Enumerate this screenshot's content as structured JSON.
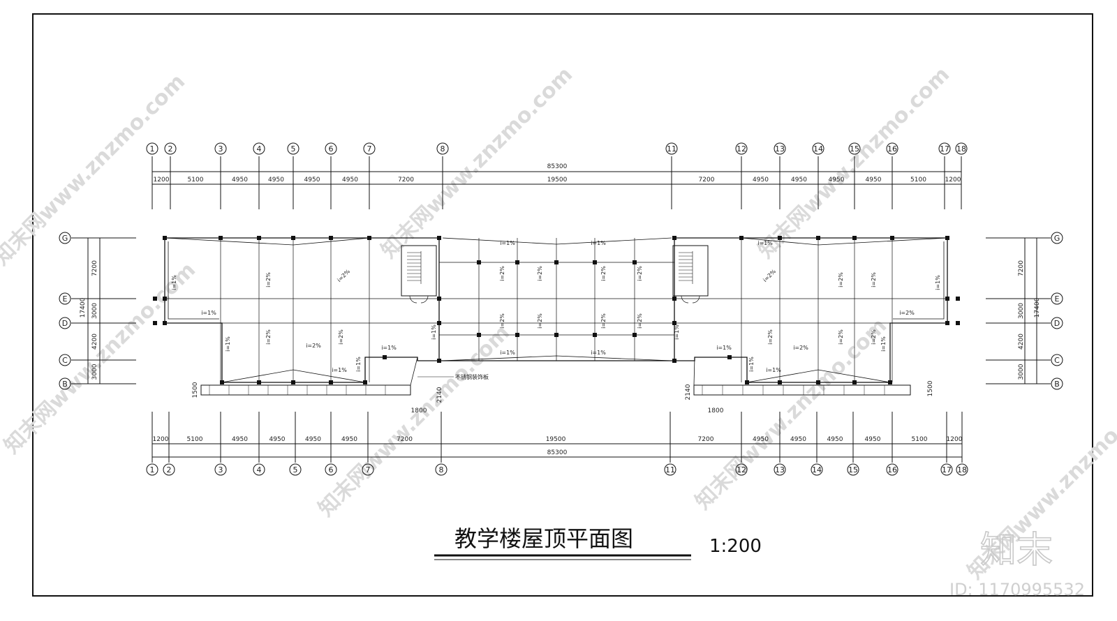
{
  "drawing": {
    "title": "教学楼屋顶平面图",
    "scale": "1:200",
    "total_length": "85300",
    "total_depth": "17400",
    "axes_x": [
      "1",
      "2",
      "3",
      "4",
      "5",
      "6",
      "7",
      "8",
      "11",
      "12",
      "13",
      "14",
      "15",
      "16",
      "17",
      "18"
    ],
    "axes_y": [
      "G",
      "E",
      "D",
      "C",
      "B"
    ],
    "dims_top": [
      "1200",
      "5100",
      "4950",
      "4950",
      "4950",
      "4950",
      "7200",
      "19500",
      "7200",
      "4950",
      "4950",
      "4950",
      "4950",
      "5100",
      "1200"
    ],
    "dims_bottom": [
      "1200",
      "5100",
      "4950",
      "4950",
      "4950",
      "4950",
      "7200",
      "19500",
      "7200",
      "4950",
      "4950",
      "4950",
      "4950",
      "5100",
      "1200"
    ],
    "dims_side": [
      "7200",
      "3000",
      "4200",
      "3000"
    ],
    "canopy_label": "不锈钢装饰板",
    "canopy_dims": [
      "1500",
      "2140",
      "1800"
    ],
    "slopes": [
      "i=1%",
      "i=2%"
    ]
  },
  "watermark": {
    "site": "知末网www.znzmo.com",
    "logo": "知末",
    "id": "ID: 1170995532"
  }
}
